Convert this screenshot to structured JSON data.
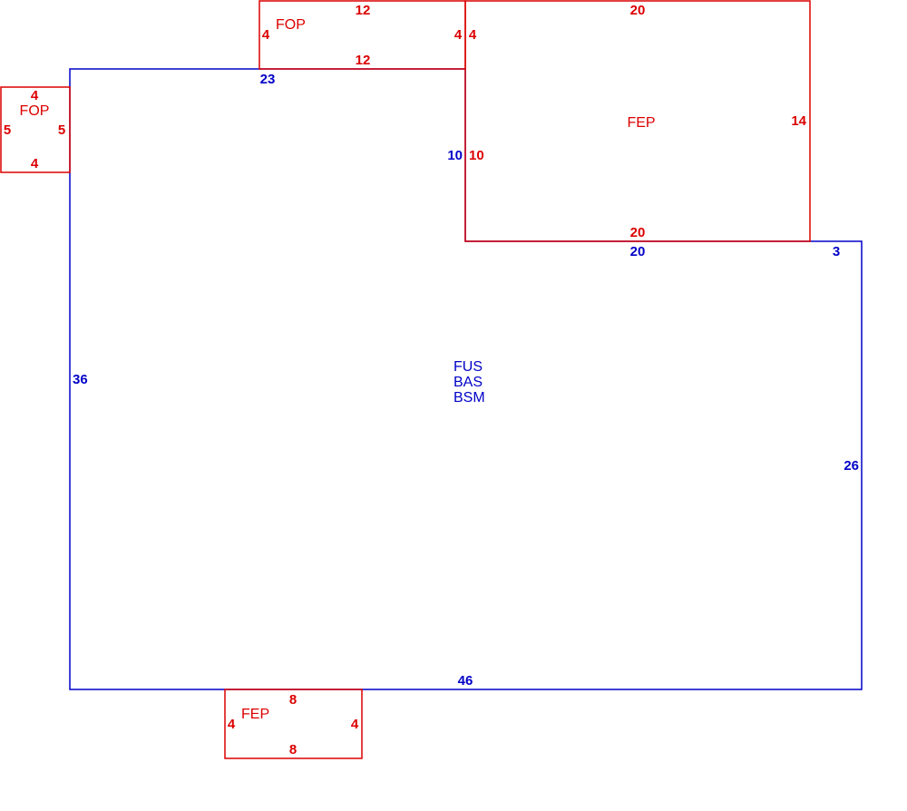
{
  "colors": {
    "main": "#0000c8",
    "addition": "#dc0000",
    "background": "#ffffff"
  },
  "main_area": {
    "codes": [
      "FUS",
      "BAS",
      "BSM"
    ],
    "dims": {
      "top": "23",
      "left": "36",
      "bottom": "46",
      "right": "26",
      "step_bottom": "20",
      "step_right": "3",
      "step_side": "10"
    }
  },
  "fop_top": {
    "name": "FOP",
    "dims": {
      "top": "12",
      "bottom": "12",
      "left": "4",
      "right": "4"
    }
  },
  "fep_top": {
    "name": "FEP",
    "dims": {
      "top": "20",
      "bottom": "20",
      "left": "10",
      "right": "14",
      "corner": "4"
    }
  },
  "fop_left": {
    "name": "FOP",
    "dims": {
      "top": "4",
      "bottom": "4",
      "left": "5",
      "right": "5"
    }
  },
  "fep_bottom": {
    "name": "FEP",
    "dims": {
      "top": "8",
      "bottom": "8",
      "left": "4",
      "right": "4"
    }
  }
}
